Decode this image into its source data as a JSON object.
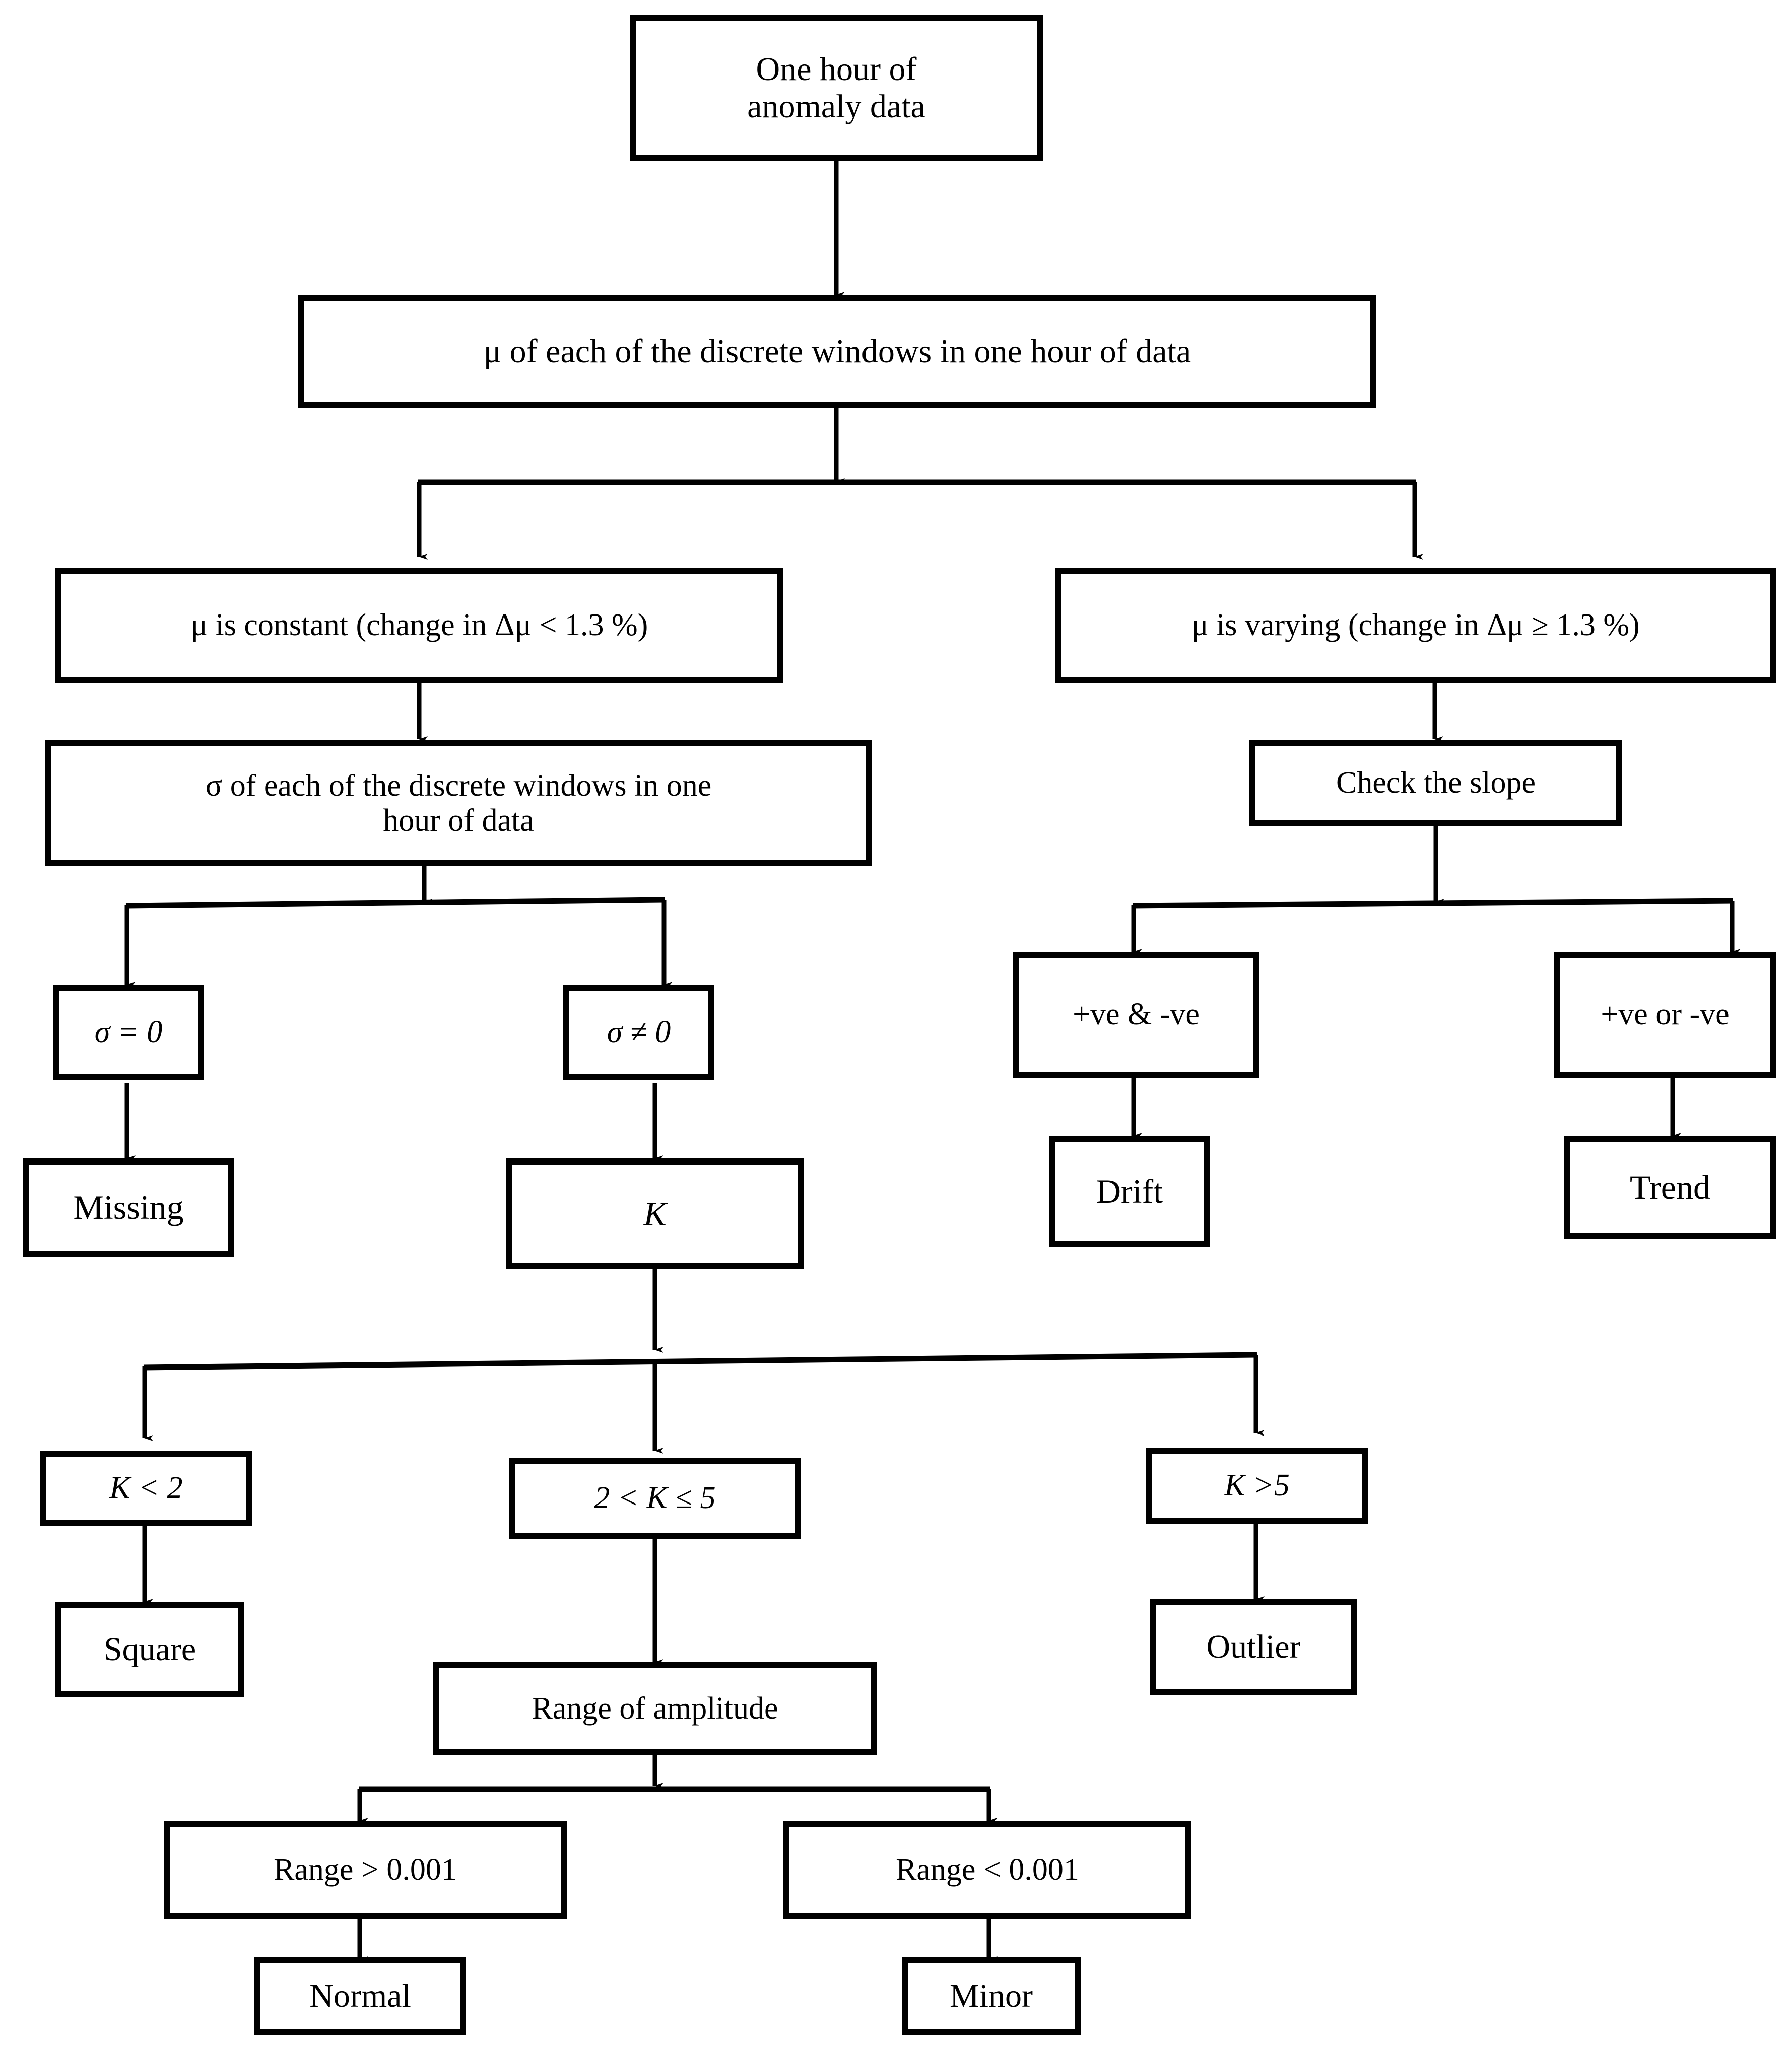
{
  "diagram": {
    "title": "Anomaly data classification decision tree",
    "colors": {
      "stroke": "#000000",
      "fill": "#ffffff",
      "text": "#000000"
    },
    "nodes": [
      {
        "id": "n1",
        "label": "One hour of\nanomaly data",
        "name": "node-one-hour-of-anomaly-data"
      },
      {
        "id": "n2",
        "label": "μ of each of the discrete windows in one hour of data",
        "name": "node-mu-of-discrete-windows"
      },
      {
        "id": "n3",
        "label": "μ is constant (change in Δμ < 1.3 %)",
        "name": "node-mu-is-constant"
      },
      {
        "id": "n4",
        "label": "μ is varying (change in Δμ ≥ 1.3 %)",
        "name": "node-mu-is-varying"
      },
      {
        "id": "n5",
        "label": "σ of each of the discrete windows in one\nhour of data",
        "name": "node-sigma-of-discrete-windows"
      },
      {
        "id": "n6",
        "label": "Check the slope",
        "name": "node-check-the-slope"
      },
      {
        "id": "n7",
        "label": "σ = 0",
        "name": "node-sigma-equals-zero"
      },
      {
        "id": "n8",
        "label": "σ ≠ 0",
        "name": "node-sigma-not-equals-zero"
      },
      {
        "id": "n9",
        "label": "+ve & -ve",
        "name": "node-positive-and-negative"
      },
      {
        "id": "n10",
        "label": "+ve or -ve",
        "name": "node-positive-or-negative"
      },
      {
        "id": "n11",
        "label": "Missing",
        "name": "node-missing"
      },
      {
        "id": "n12",
        "label": "K",
        "name": "node-k"
      },
      {
        "id": "n13",
        "label": "Drift",
        "name": "node-drift"
      },
      {
        "id": "n14",
        "label": "Trend",
        "name": "node-trend"
      },
      {
        "id": "n15",
        "label": "K < 2",
        "name": "node-k-less-than-2"
      },
      {
        "id": "n16",
        "label": "2 < K ≤ 5",
        "name": "node-k-between-2-and-5"
      },
      {
        "id": "n17",
        "label": "K >5",
        "name": "node-k-greater-than-5"
      },
      {
        "id": "n18",
        "label": "Square",
        "name": "node-square"
      },
      {
        "id": "n19",
        "label": "Range of amplitude",
        "name": "node-range-of-amplitude"
      },
      {
        "id": "n20",
        "label": "Outlier",
        "name": "node-outlier"
      },
      {
        "id": "n21",
        "label": "Range > 0.001",
        "name": "node-range-greater-than-0001"
      },
      {
        "id": "n22",
        "label": "Range < 0.001",
        "name": "node-range-less-than-0001"
      },
      {
        "id": "n23",
        "label": "Normal",
        "name": "node-normal"
      },
      {
        "id": "n24",
        "label": "Minor",
        "name": "node-minor"
      }
    ],
    "edges": [
      {
        "from": "n1",
        "to": "n2"
      },
      {
        "from": "n2",
        "to": "n3"
      },
      {
        "from": "n2",
        "to": "n4"
      },
      {
        "from": "n3",
        "to": "n5"
      },
      {
        "from": "n4",
        "to": "n6"
      },
      {
        "from": "n5",
        "to": "n7"
      },
      {
        "from": "n5",
        "to": "n8"
      },
      {
        "from": "n6",
        "to": "n9"
      },
      {
        "from": "n6",
        "to": "n10"
      },
      {
        "from": "n7",
        "to": "n11"
      },
      {
        "from": "n8",
        "to": "n12"
      },
      {
        "from": "n9",
        "to": "n13"
      },
      {
        "from": "n10",
        "to": "n14"
      },
      {
        "from": "n12",
        "to": "n15"
      },
      {
        "from": "n12",
        "to": "n16"
      },
      {
        "from": "n12",
        "to": "n17"
      },
      {
        "from": "n15",
        "to": "n18"
      },
      {
        "from": "n16",
        "to": "n19"
      },
      {
        "from": "n17",
        "to": "n20"
      },
      {
        "from": "n19",
        "to": "n21"
      },
      {
        "from": "n19",
        "to": "n22"
      },
      {
        "from": "n21",
        "to": "n23"
      },
      {
        "from": "n22",
        "to": "n24"
      }
    ]
  }
}
